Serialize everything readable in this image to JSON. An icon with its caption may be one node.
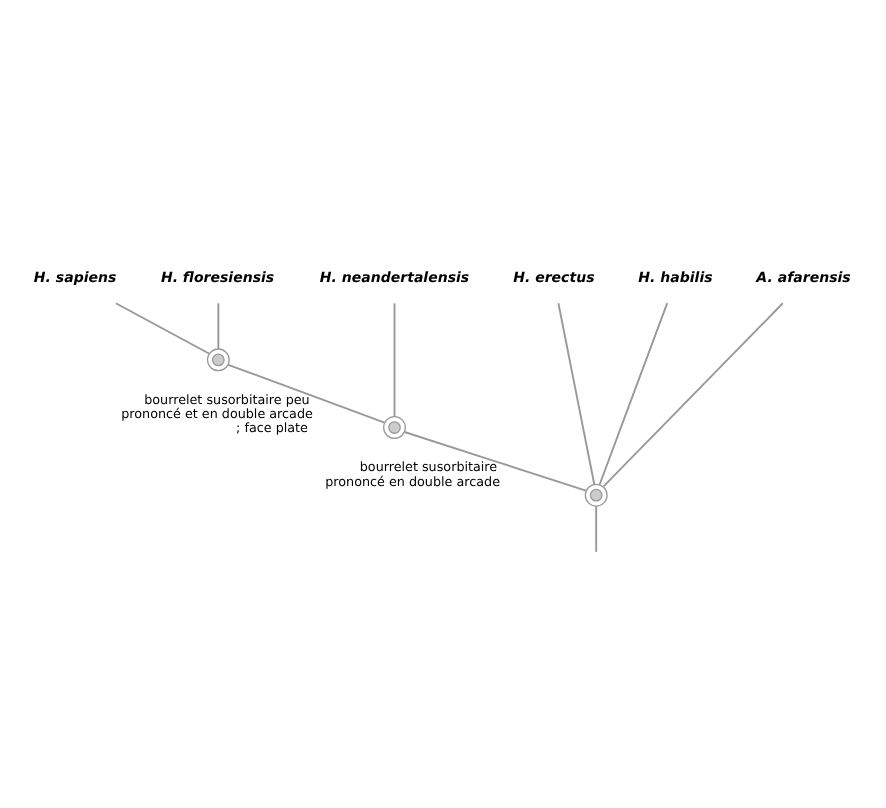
{
  "diagram": {
    "nodes": [
      {
        "text": [
          "H. sapiens"
        ]
      },
      {
        "text": [
          "H. floresiensis"
        ]
      },
      {
        "text": [
          "H. neandertalensis"
        ]
      },
      {
        "text": [
          "H. erectus"
        ]
      },
      {
        "text": [
          "H. habilis"
        ]
      },
      {
        "text": [
          "A. afarensis"
        ]
      },
      {
        "text": [],
        "shape": "circle"
      },
      {
        "text": [],
        "shape": "circle"
      },
      {
        "text": [],
        "shape": "circle"
      }
    ],
    "edges": [
      {
        "from": 6,
        "to": 0,
        "arrow": "none"
      },
      {
        "from": 6,
        "to": 1,
        "arrow": "none"
      },
      {
        "from": 7,
        "to": 6,
        "arrow": "none",
        "label": "bourrelet susorbitaire peu prononcé et en double arcade ; face plate"
      },
      {
        "from": 7,
        "to": 2,
        "arrow": "none"
      },
      {
        "from": 8,
        "to": 7,
        "arrow": "none",
        "label": "bourrelet susorbitaire prononcé en double arcade"
      },
      {
        "from": 8,
        "to": 3,
        "arrow": "none"
      },
      {
        "from": 8,
        "to": 4,
        "arrow": "none"
      },
      {
        "from": 8,
        "to": 5,
        "arrow": "none"
      },
      {
        "from": null,
        "to": 8,
        "arrow": "none"
      }
    ]
  }
}
